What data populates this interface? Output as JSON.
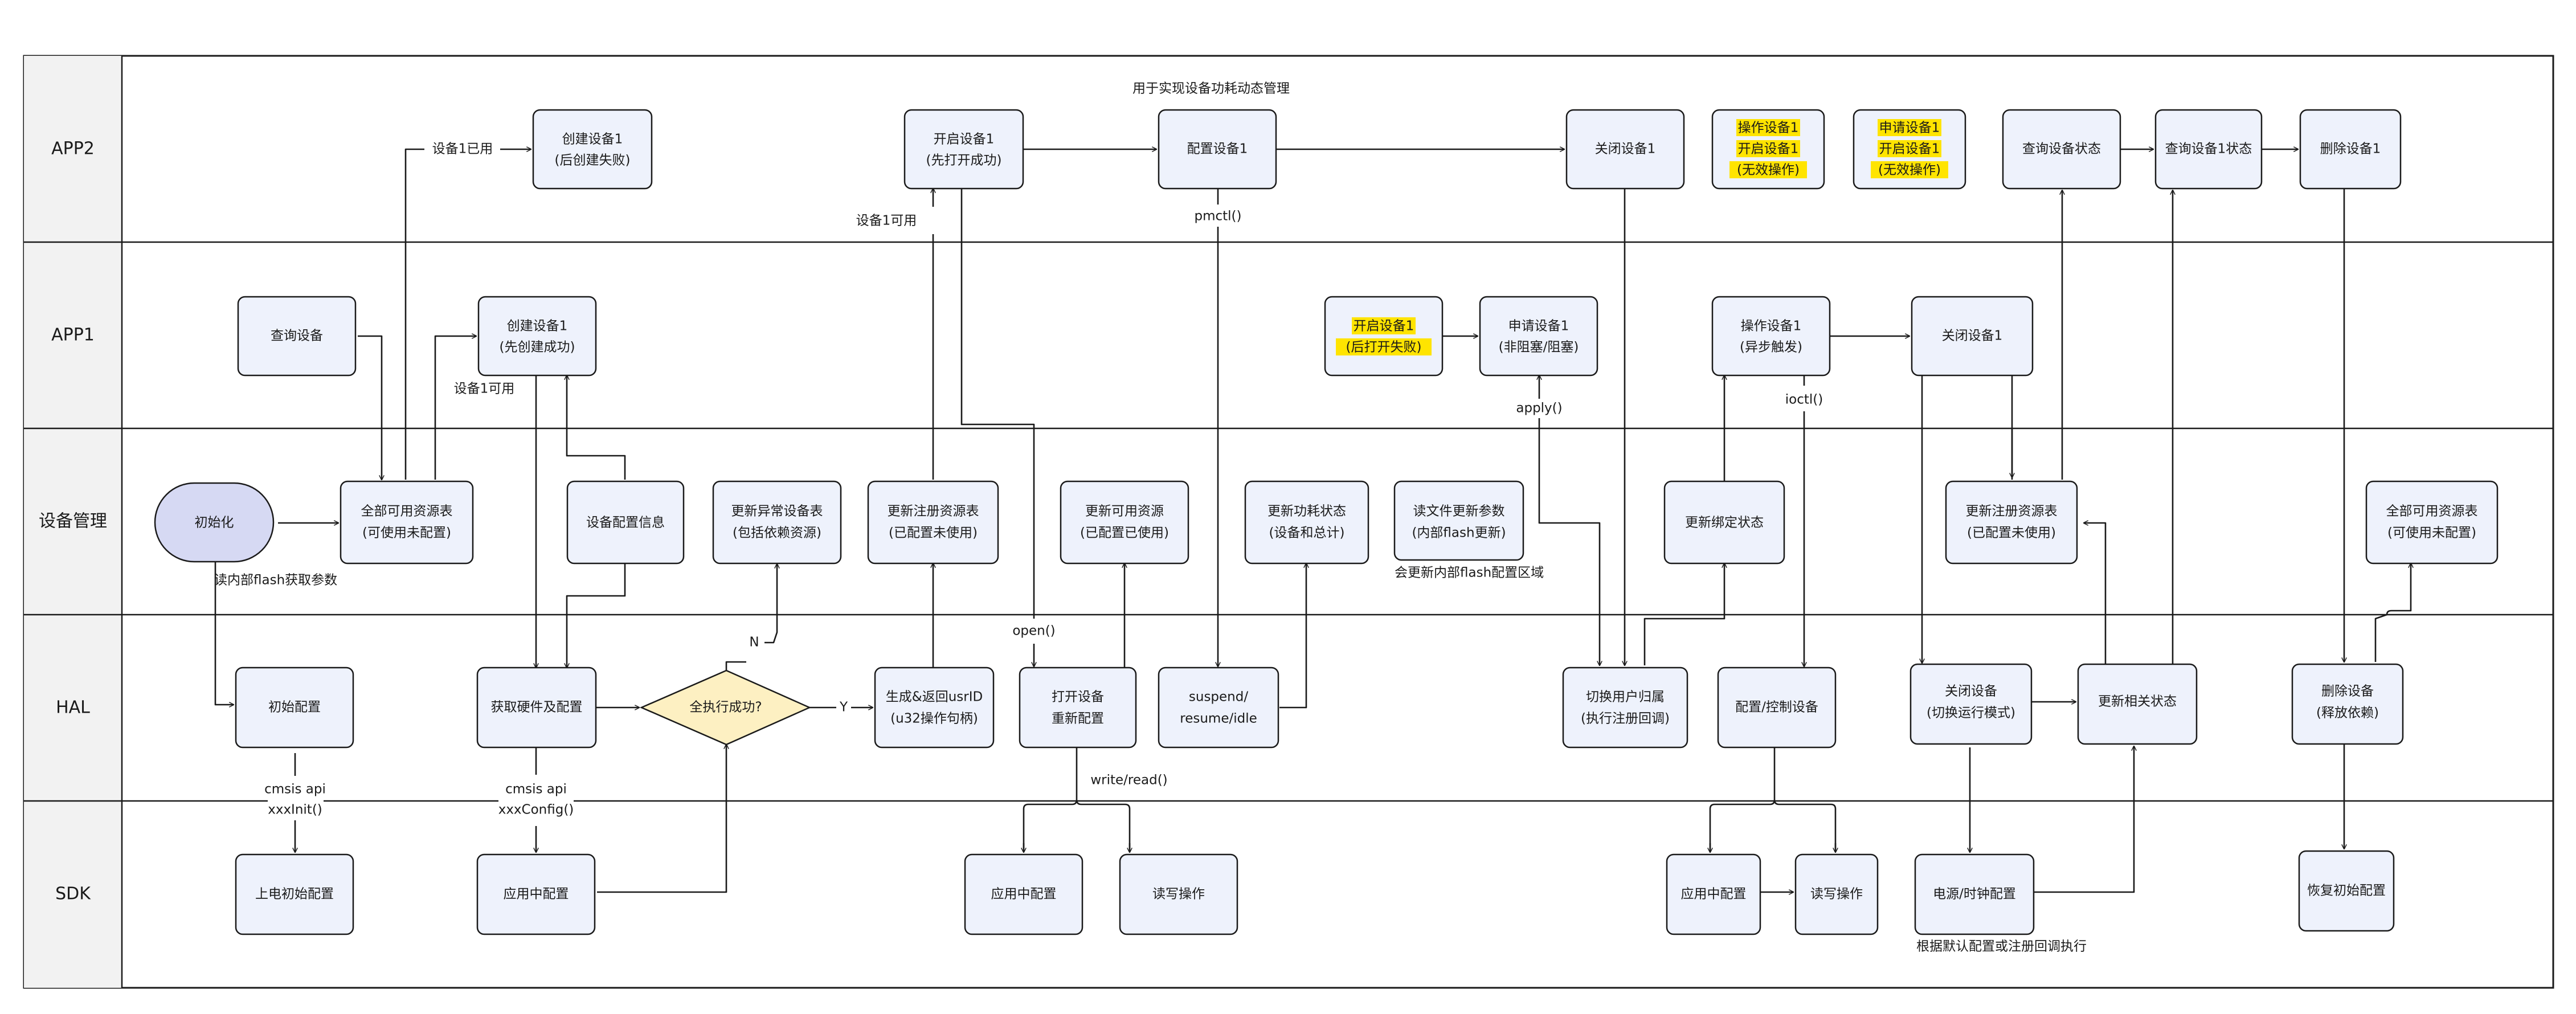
{
  "colors": {
    "box_fill": "#eef2fc",
    "box_stroke": "#1a1a1a",
    "lane_header_fill": "#f2f2f2",
    "start_fill": "#d6d9f3",
    "decision_fill": "#fdf0c2",
    "highlight": "#ffe400",
    "line": "#1a1a1a"
  },
  "lanes": [
    {
      "id": "app2",
      "label": "APP2"
    },
    {
      "id": "app1",
      "label": "APP1"
    },
    {
      "id": "mgr",
      "label": "设备管理"
    },
    {
      "id": "hal",
      "label": "HAL"
    },
    {
      "id": "sdk",
      "label": "SDK"
    }
  ],
  "nodes": [
    {
      "id": "app2_create",
      "lines": [
        "创建设备1",
        "(后创建失败)"
      ]
    },
    {
      "id": "app2_open",
      "lines": [
        "开启设备1",
        "(先打开成功)"
      ]
    },
    {
      "id": "app2_config",
      "lines": [
        "配置设备1"
      ]
    },
    {
      "id": "app2_close",
      "lines": [
        "关闭设备1"
      ]
    },
    {
      "id": "app2_op",
      "lines": [
        "操作设备1",
        "开启设备1",
        "(无效操作)"
      ]
    },
    {
      "id": "app2_req",
      "lines": [
        "申请设备1",
        "开启设备1",
        "(无效操作)"
      ]
    },
    {
      "id": "app2_query",
      "lines": [
        "查询设备状态"
      ]
    },
    {
      "id": "app2_query1",
      "lines": [
        "查询设备1状态"
      ]
    },
    {
      "id": "app2_delete",
      "lines": [
        "删除设备1"
      ]
    },
    {
      "id": "app1_query",
      "lines": [
        "查询设备"
      ]
    },
    {
      "id": "app1_create",
      "lines": [
        "创建设备1",
        "(先创建成功)"
      ]
    },
    {
      "id": "app1_open",
      "lines": [
        "开启设备1",
        "(后打开失败)"
      ]
    },
    {
      "id": "app1_apply",
      "lines": [
        "申请设备1",
        "(非阻塞/阻塞)"
      ]
    },
    {
      "id": "app1_op",
      "lines": [
        "操作设备1",
        "(异步触发)"
      ]
    },
    {
      "id": "app1_close",
      "lines": [
        "关闭设备1"
      ]
    },
    {
      "id": "mgr_init",
      "lines": [
        "初始化"
      ]
    },
    {
      "id": "mgr_all",
      "lines": [
        "全部可用资源表",
        "(可使用未配置)"
      ]
    },
    {
      "id": "mgr_cfginfo",
      "lines": [
        "设备配置信息"
      ]
    },
    {
      "id": "mgr_abn",
      "lines": [
        "更新异常设备表",
        "(包括依赖资源)"
      ]
    },
    {
      "id": "mgr_reg",
      "lines": [
        "更新注册资源表",
        "(已配置未使用)"
      ]
    },
    {
      "id": "mgr_avail",
      "lines": [
        "更新可用资源",
        "(已配置已使用)"
      ]
    },
    {
      "id": "mgr_power",
      "lines": [
        "更新功耗状态",
        "(设备和总计)"
      ]
    },
    {
      "id": "mgr_file",
      "lines": [
        "读文件更新参数",
        "(内部flash更新)"
      ]
    },
    {
      "id": "mgr_bind",
      "lines": [
        "更新绑定状态"
      ]
    },
    {
      "id": "mgr_reg2",
      "lines": [
        "更新注册资源表",
        "(已配置未使用)"
      ]
    },
    {
      "id": "mgr_all2",
      "lines": [
        "全部可用资源表",
        "(可使用未配置)"
      ]
    },
    {
      "id": "hal_init",
      "lines": [
        "初始配置"
      ]
    },
    {
      "id": "hal_getcfg",
      "lines": [
        "获取硬件及配置"
      ]
    },
    {
      "id": "hal_decision",
      "lines": [
        "全执行成功?"
      ]
    },
    {
      "id": "hal_gen",
      "lines": [
        "生成&返回usrID",
        "(u32操作句柄)"
      ]
    },
    {
      "id": "hal_open",
      "lines": [
        "打开设备",
        "重新配置"
      ]
    },
    {
      "id": "hal_suspend",
      "lines": [
        "suspend/",
        "resume/idle"
      ]
    },
    {
      "id": "hal_switch",
      "lines": [
        "切换用户归属",
        "(执行注册回调)"
      ]
    },
    {
      "id": "hal_ctrl",
      "lines": [
        "配置/控制设备"
      ]
    },
    {
      "id": "hal_close",
      "lines": [
        "关闭设备",
        "(切换运行模式)"
      ]
    },
    {
      "id": "hal_upd",
      "lines": [
        "更新相关状态"
      ]
    },
    {
      "id": "hal_del",
      "lines": [
        "删除设备",
        "(释放依赖)"
      ]
    },
    {
      "id": "sdk_power_on",
      "lines": [
        "上电初始配置"
      ]
    },
    {
      "id": "sdk_apply1",
      "lines": [
        "应用中配置"
      ]
    },
    {
      "id": "sdk_apply2",
      "lines": [
        "应用中配置"
      ]
    },
    {
      "id": "sdk_rw1",
      "lines": [
        "读写操作"
      ]
    },
    {
      "id": "sdk_apply3",
      "lines": [
        "应用中配置"
      ]
    },
    {
      "id": "sdk_rw2",
      "lines": [
        "读写操作"
      ]
    },
    {
      "id": "sdk_pwrclk",
      "lines": [
        "电源/时钟配置"
      ]
    },
    {
      "id": "sdk_restore",
      "lines": [
        "恢复初始配置"
      ]
    }
  ],
  "labels": [
    {
      "id": "lbl_dynamic",
      "text": "用于实现设备功耗动态管理"
    },
    {
      "id": "lbl_dev1_used",
      "text": "设备1已用"
    },
    {
      "id": "lbl_dev1_avail_top",
      "text": "设备1可用"
    },
    {
      "id": "lbl_pmctl",
      "text": "pmctl()"
    },
    {
      "id": "lbl_dev1_avail_mid",
      "text": "设备1可用"
    },
    {
      "id": "lbl_apply",
      "text": "apply()"
    },
    {
      "id": "lbl_ioctl",
      "text": "ioctl()"
    },
    {
      "id": "lbl_read_flash",
      "text": "读内部flash获取参数"
    },
    {
      "id": "lbl_update_flash",
      "text": "会更新内部flash配置区域"
    },
    {
      "id": "lbl_n",
      "text": "N"
    },
    {
      "id": "lbl_y",
      "text": "Y"
    },
    {
      "id": "lbl_open",
      "text": "open()"
    },
    {
      "id": "lbl_cmsis1",
      "text": "cmsis api"
    },
    {
      "id": "lbl_xxxinit",
      "text": "xxxInit()"
    },
    {
      "id": "lbl_cmsis2",
      "text": "cmsis api"
    },
    {
      "id": "lbl_xxxconfig",
      "text": "xxxConfig()"
    },
    {
      "id": "lbl_writeread",
      "text": "write/read()"
    },
    {
      "id": "lbl_default",
      "text": "根据默认配置或注册回调执行"
    }
  ]
}
